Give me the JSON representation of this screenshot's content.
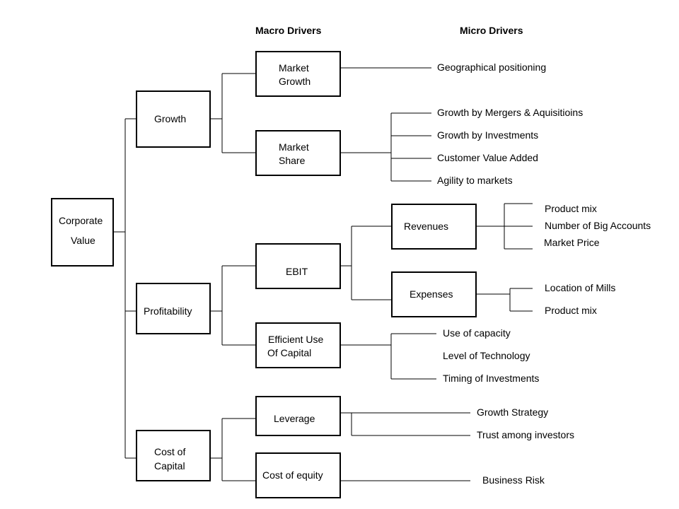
{
  "headers": {
    "macro": "Macro Drivers",
    "micro": "Micro Drivers"
  },
  "nodes": {
    "corporate_value": {
      "line1": "Corporate",
      "line2": "Value"
    },
    "growth": "Growth",
    "profitability": "Profitability",
    "cost_of_capital": {
      "line1": "Cost of",
      "line2": "Capital"
    },
    "market_growth": {
      "line1": "Market",
      "line2": "Growth"
    },
    "market_share": {
      "line1": "Market",
      "line2": "Share"
    },
    "ebit": "EBIT",
    "efficient_use": {
      "line1": "Efficient Use",
      "line2": "Of Capital"
    },
    "leverage": "Leverage",
    "cost_of_equity": "Cost of equity",
    "revenues": "Revenues",
    "expenses": "Expenses"
  },
  "micro": {
    "geographical_positioning": "Geographical positioning",
    "growth_by_mergers": "Growth by Mergers & Aquisitioins",
    "growth_by_investments": "Growth by Investments",
    "customer_value_added": "Customer Value Added",
    "agility_to_markets": "Agility to markets",
    "revenues_product_mix": "Product mix",
    "number_of_big_accounts": "Number of Big Accounts",
    "market_price": "Market Price",
    "location_of_mills": "Location of Mills",
    "expenses_product_mix": "Product mix",
    "use_of_capacity": "Use of capacity",
    "level_of_technology": "Level of Technology",
    "timing_of_investments": "Timing of Investments",
    "growth_strategy": "Growth Strategy",
    "trust_among_investors": "Trust among investors",
    "business_risk": "Business Risk"
  }
}
